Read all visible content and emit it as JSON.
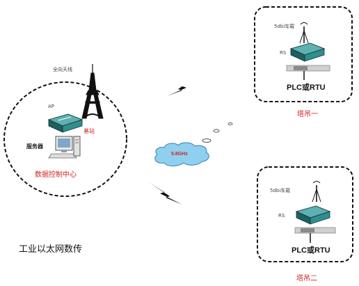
{
  "center": {
    "antenna_label": "全向天线",
    "ap_label": "AP",
    "server_label": "服务器",
    "base_station_label": "基站",
    "title": "数据控制中心"
  },
  "network": {
    "cloud_label": "5.8GHz"
  },
  "towers": [
    {
      "antenna_label": "5dbi车载",
      "device_label": "RS",
      "plc_label": "PLC或RTU",
      "name": "塔吊一"
    },
    {
      "antenna_label": "5dbi车载",
      "device_label": "RS",
      "plc_label": "PLC或RTU",
      "name": "塔吊二"
    }
  ],
  "caption": "工业以太网数传",
  "colors": {
    "accent_red": "#d62020",
    "cloud_fill": "#8fd0f0",
    "cloud_text": "#d62020",
    "device_teal": "#2f8e8e"
  }
}
